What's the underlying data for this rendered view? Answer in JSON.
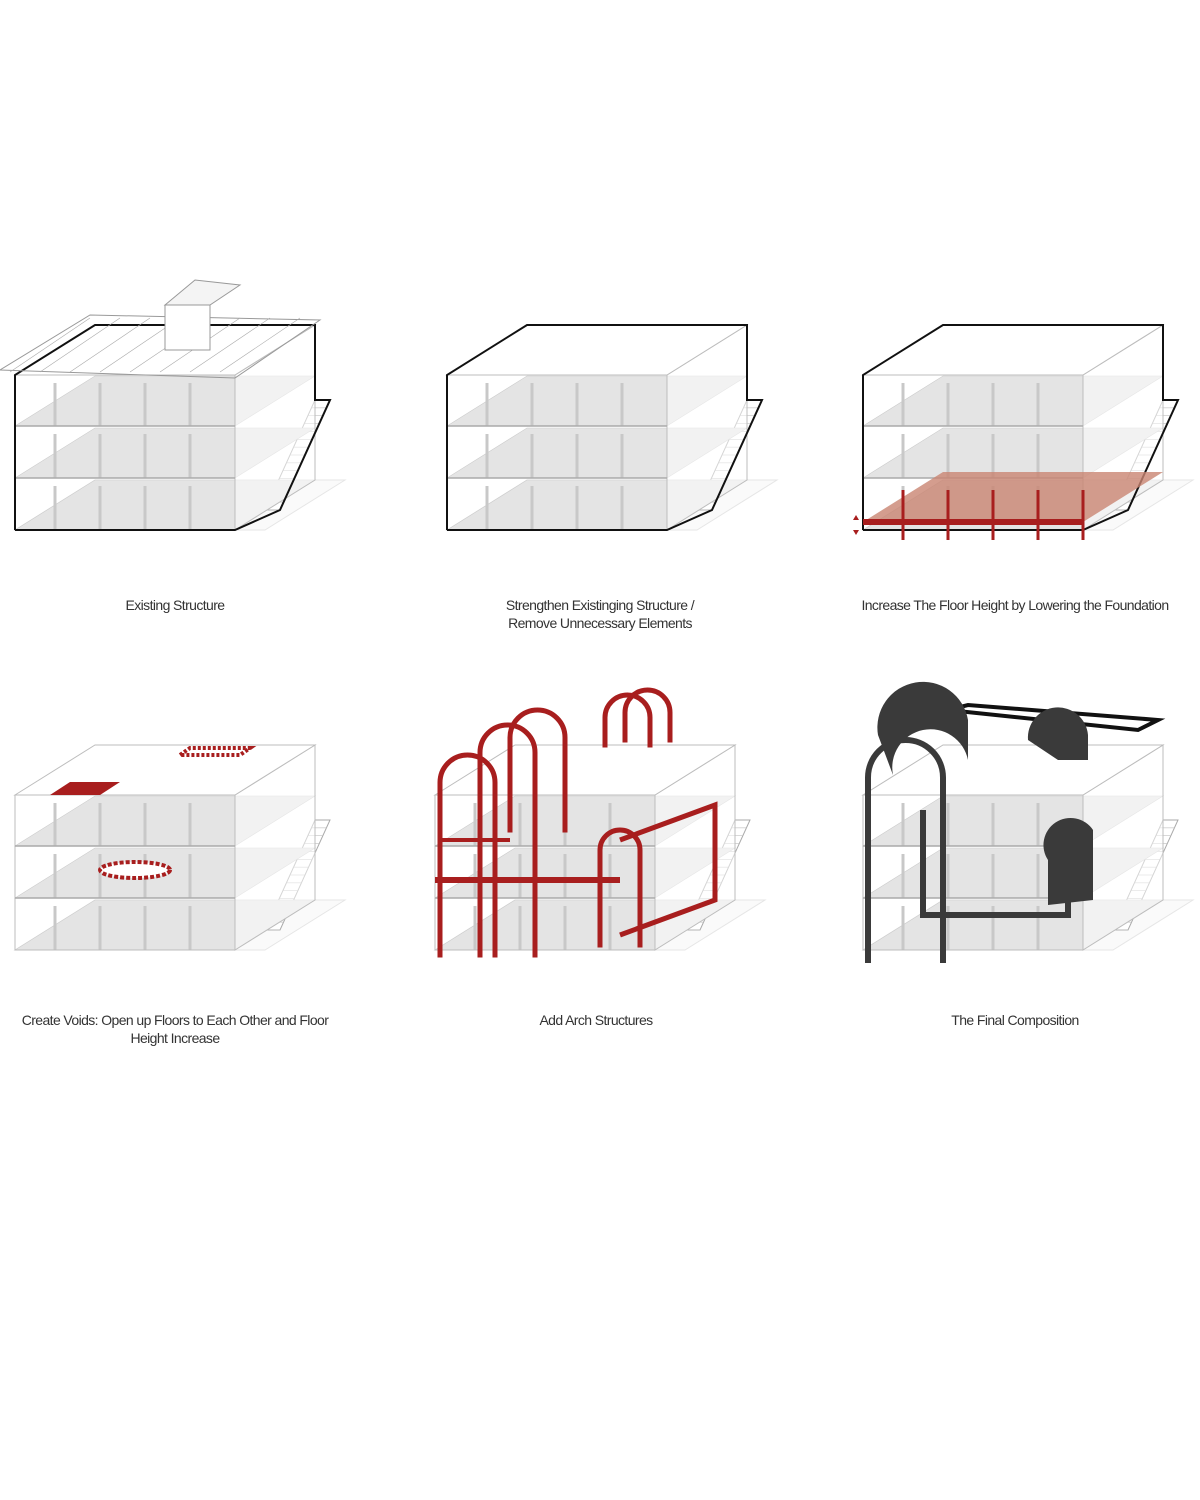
{
  "colors": {
    "accent_red": "#a81e1e",
    "red_fill": "#c98572",
    "dark": "#3a3a3a",
    "slab": "#e4e4e4",
    "line": "#bdbdbd"
  },
  "steps": [
    {
      "id": "existing",
      "caption": "Existing Structure",
      "caption_line2": ""
    },
    {
      "id": "strengthen",
      "caption": "Strengthen Existinging  Structure /",
      "caption_line2": "Remove Unnecessary Elements"
    },
    {
      "id": "lower",
      "caption": "Increase The Floor Height by Lowering the Foundation",
      "caption_line2": ""
    },
    {
      "id": "voids",
      "caption": "Create Voids: Open up Floors to Each Other and Floor",
      "caption_line2": "Height Increase"
    },
    {
      "id": "arches",
      "caption": "Add Arch Structures",
      "caption_line2": ""
    },
    {
      "id": "final",
      "caption": "The Final Composition",
      "caption_line2": ""
    }
  ]
}
